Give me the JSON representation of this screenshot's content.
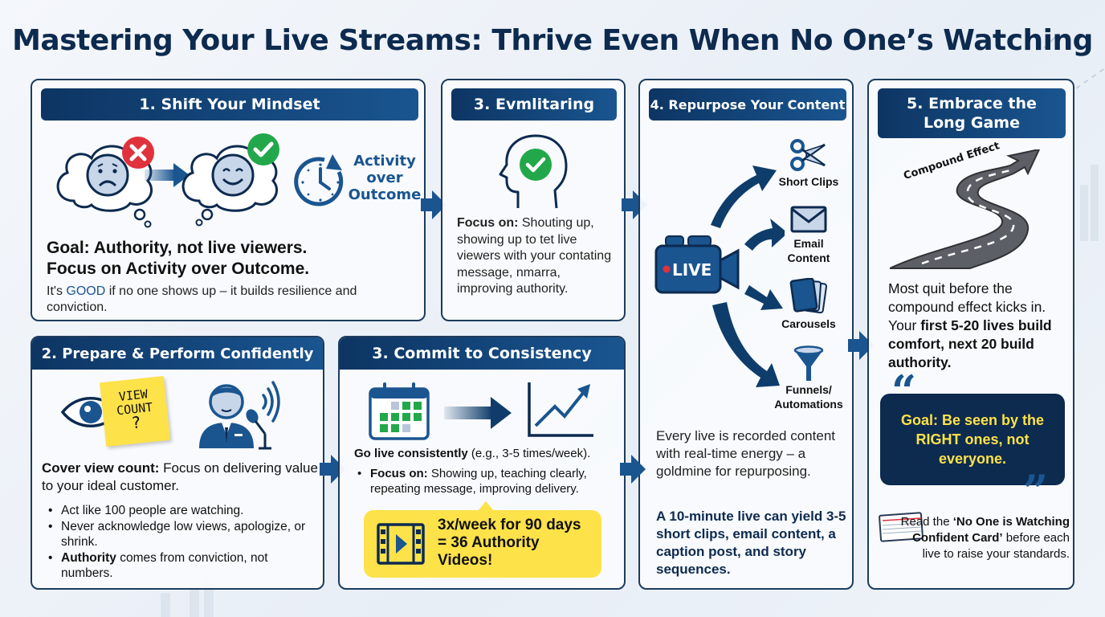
{
  "title": "Mastering Your Live Streams: Thrive Even When No One’s Watching",
  "colors": {
    "navy": "#0d2a4f",
    "header_blue": "#0f3d6b",
    "accent_blue": "#1a5590",
    "yellow": "#fde24a",
    "green": "#22a84a",
    "red": "#e0323c"
  },
  "panel1": {
    "header": "1. Shift Your Mindset",
    "icons": [
      "sad-face-thought-icon",
      "x-mark-icon",
      "arrow-right-icon",
      "happy-face-thought-icon",
      "check-mark-icon",
      "clock-cycle-icon"
    ],
    "activity_line1": "Activity",
    "activity_line2": "over",
    "activity_line3": "Outcome",
    "goal_line1": "Goal: Authority, not live viewers.",
    "goal_line2": "Focus on Activity over Outcome.",
    "note_prefix": "It's ",
    "note_highlight": "GOOD",
    "note_suffix": " if no one shows up – it builds resilience and conviction."
  },
  "panel_mid": {
    "header": "3. Evmlitaring",
    "icons": [
      "head-check-icon"
    ],
    "focus_label": "Focus on:",
    "focus_text": " Shouting up, showing up to tet live viewers with your contating message, nmarra, improving authority."
  },
  "panel4": {
    "header": "4. Repurpose Your Content",
    "live_label": "LIVE",
    "outputs": [
      {
        "icon": "scissors-icon",
        "label": "Short Clips"
      },
      {
        "icon": "envelope-icon",
        "label": "Email Content"
      },
      {
        "icon": "cards-icon",
        "label": "Carousels"
      },
      {
        "icon": "funnel-icon",
        "label": "Funnels/ Automations"
      }
    ],
    "body": "Every live is recorded content with real-time energy – a goldmine for repurposing.",
    "highlight": "A 10-minute live can yield 3-5 short clips, email content, a caption post, and story sequences."
  },
  "panel5": {
    "header_line1": "5. Embrace the",
    "header_line2": "Long Game",
    "road_label": "Compound Effect",
    "body_plain": "Most quit before the compound effect kicks in. Your ",
    "body_bold": "first 5-20 lives build comfort, next 20 build authority.",
    "quote": "Goal: Be seen by the RIGHT ones, not everyone.",
    "open_quote": "“",
    "close_quote": "”",
    "card_prefix": "Read the ",
    "card_bold": "‘No One is Watching Confident Card’",
    "card_suffix": " before each live to raise your standards."
  },
  "panel2": {
    "header": "2. Prepare & Perform Confidently",
    "sticky_line1": "VIEW",
    "sticky_line2": "COUNT",
    "sticky_line3": "?",
    "lead_bold": "Cover view count:",
    "lead_text": " Focus on delivering value to your ideal customer.",
    "bullets": [
      {
        "bold": "",
        "text": "Act like 100 people are watching."
      },
      {
        "bold": "",
        "text": "Never acknowledge low views, apologize, or shrink."
      },
      {
        "bold": "Authority",
        "text": " comes from conviction, not numbers."
      }
    ]
  },
  "panel3": {
    "header": "3. Commit to Consistency",
    "lead_bold": "Go live consistently",
    "lead_text": " (e.g., 3-5 times/week).",
    "focus_bold": "Focus on:",
    "focus_text": " Showing up, teaching clearly, repeating message, improving delivery.",
    "callout_line1": "3x/week for 90 days",
    "callout_line2": "= 36 Authority",
    "callout_line3": "Videos!"
  }
}
